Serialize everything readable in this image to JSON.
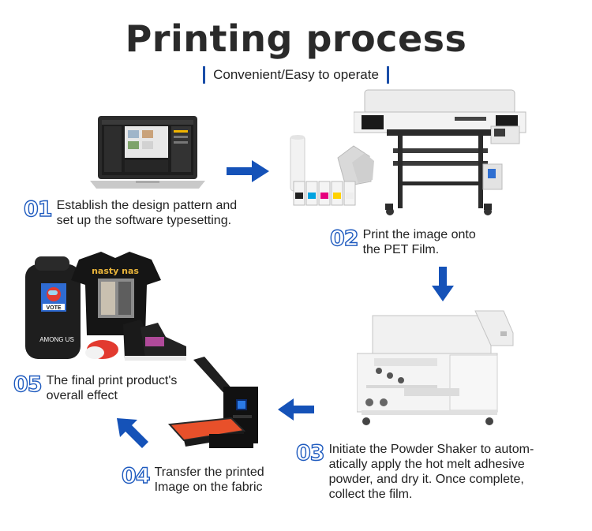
{
  "header": {
    "title": "Printing process",
    "subtitle": "Convenient/Easy to operate"
  },
  "steps": [
    {
      "number": "01",
      "text": "Establish the design pattern and\nset up the software typesetting."
    },
    {
      "number": "02",
      "text": "Print the image onto\nthe PET Film."
    },
    {
      "number": "03",
      "text": "Initiate the Powder Shaker to autom-\natically apply the hot melt adhesive\npowder, and dry it. Once complete,\ncollect the film."
    },
    {
      "number": "04",
      "text": "Transfer the printed\nImage on the fabric"
    },
    {
      "number": "05",
      "text": "The final print product's\noverall effect"
    }
  ],
  "product_labels": {
    "backpack_badge": "VOTE",
    "backpack_text": "AMONG US",
    "tshirt_text": "nasty nas"
  },
  "colors": {
    "accent_blue": "#1f5bbf",
    "arrow_blue": "#1552b8",
    "heatpress_pad": "#e8502a"
  },
  "icons": [
    "laptop-icon",
    "dtf-printer-icon",
    "ink-bottles-icon",
    "powder-shaker-icon",
    "heat-press-icon",
    "products-icon",
    "arrow-right-icon",
    "arrow-down-icon",
    "arrow-left-icon",
    "arrow-up-left-icon"
  ]
}
